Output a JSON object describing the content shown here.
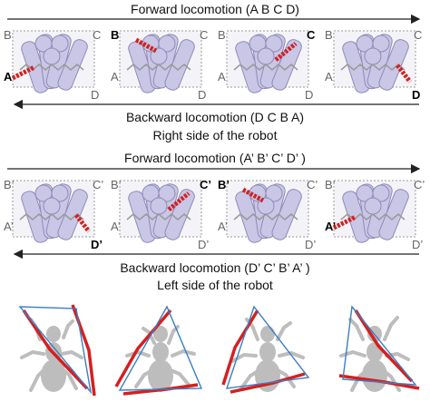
{
  "captions": {
    "forward_right": "Forward locomotion (A B C D)",
    "backward_right": "Backward locomotion (D C B A)",
    "right_side": "Right side of the robot",
    "forward_left": "Forward locomotion (A’ B’ C’ D’ )",
    "backward_left": "Backward locomotion (D’ C’ B’ A’ )",
    "left_side": "Left side of the robot"
  },
  "panels_right": [
    {
      "labels": [
        "B",
        "C",
        "A",
        "D"
      ],
      "active": "A"
    },
    {
      "labels": [
        "B",
        "C",
        "A",
        "D"
      ],
      "active": "B"
    },
    {
      "labels": [
        "B",
        "C",
        "A",
        "D"
      ],
      "active": "C"
    },
    {
      "labels": [
        "B",
        "C",
        "A",
        "D"
      ],
      "active": "D"
    }
  ],
  "panels_left": [
    {
      "labels": [
        "B’",
        "C’",
        "A’",
        "D’"
      ],
      "active": "D’"
    },
    {
      "labels": [
        "B’",
        "C’",
        "A’",
        "D’"
      ],
      "active": "C’"
    },
    {
      "labels": [
        "B’",
        "C’",
        "A’",
        "D’"
      ],
      "active": "B’"
    },
    {
      "labels": [
        "B’",
        "C’",
        "A’",
        "D’"
      ],
      "active": "A’"
    }
  ],
  "colors": {
    "leg_fill": "#c9c6e6",
    "leg_stroke": "#8f8bb8",
    "spring": "#d12222",
    "ant_body": "#bdbdbd",
    "triangle": "#3b7fc4",
    "leg_highlight": "#d42020"
  }
}
